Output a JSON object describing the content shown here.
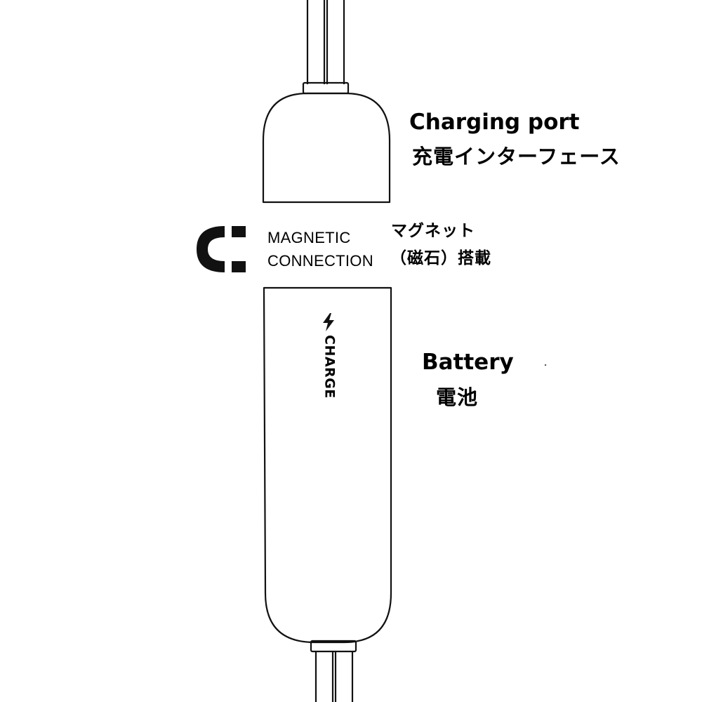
{
  "labels": {
    "charging_port_en": "Charging port",
    "charging_port_ja": "充電インターフェース",
    "magnetic_line1": "MAGNETIC",
    "magnetic_line2": "CONNECTION",
    "magnetic_ja_line1": "マグネット",
    "magnetic_ja_line2": "（磁石）搭載",
    "battery_en": "Battery",
    "battery_ja": "電池",
    "charge": "CHARGE"
  },
  "icons": {
    "magnet": "magnet-c-icon",
    "lightning": "lightning-bolt-icon"
  },
  "colors": {
    "stroke": "#111111",
    "background": "#ffffff"
  }
}
